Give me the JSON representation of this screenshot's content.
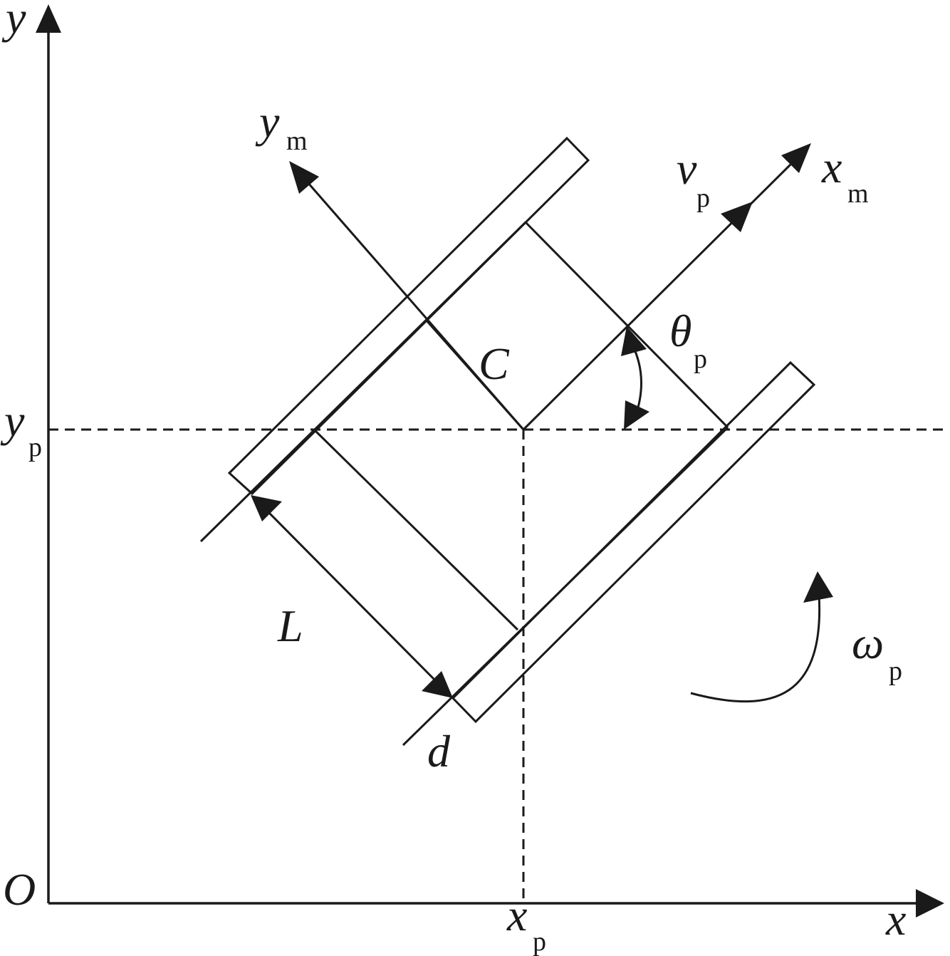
{
  "labels": {
    "y_axis": "y",
    "x_axis": "x",
    "origin": "O",
    "y_m": {
      "main": "y",
      "sub": "m"
    },
    "x_m": {
      "main": "x",
      "sub": "m"
    },
    "v_p": {
      "main": "v",
      "sub": "p"
    },
    "theta_p": {
      "main": "θ",
      "sub": "p"
    },
    "center": "C",
    "y_p": {
      "main": "y",
      "sub": "p"
    },
    "x_p": {
      "main": "x",
      "sub": "p"
    },
    "length": "L",
    "wheel_d": "d",
    "omega_p": {
      "main": "ω",
      "sub": "p"
    }
  }
}
